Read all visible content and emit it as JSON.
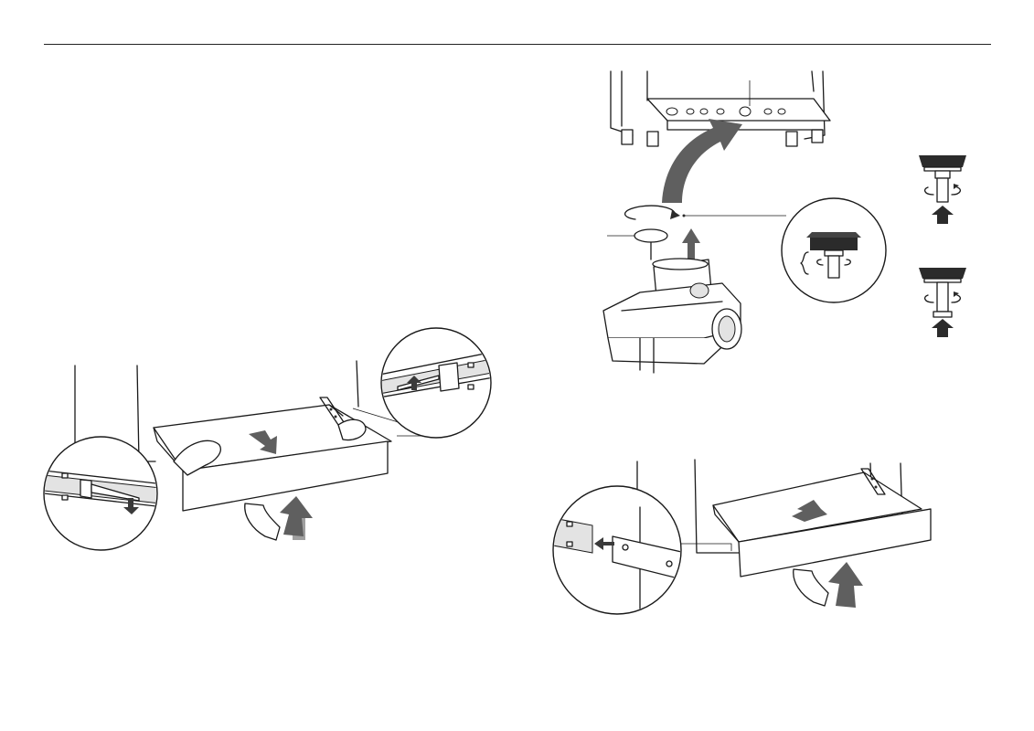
{
  "page": {
    "rule_color": "#222222"
  },
  "figures": [
    {
      "name": "drawer-removal-illustration"
    },
    {
      "name": "regulator-installation-illustration"
    },
    {
      "name": "leveling-feet-adjustment-illustration"
    },
    {
      "name": "drawer-reinstall-illustration"
    }
  ],
  "icons": [
    "hand-icon",
    "up-arrow-icon",
    "down-arrow-icon",
    "rotate-icon",
    "curved-arrow-icon",
    "magnifier-callout-icon"
  ],
  "colors": {
    "line": "#1a1a1a",
    "arrow_fill": "#5f5f5f",
    "dark_arrow_fill": "#2b2b2b"
  }
}
